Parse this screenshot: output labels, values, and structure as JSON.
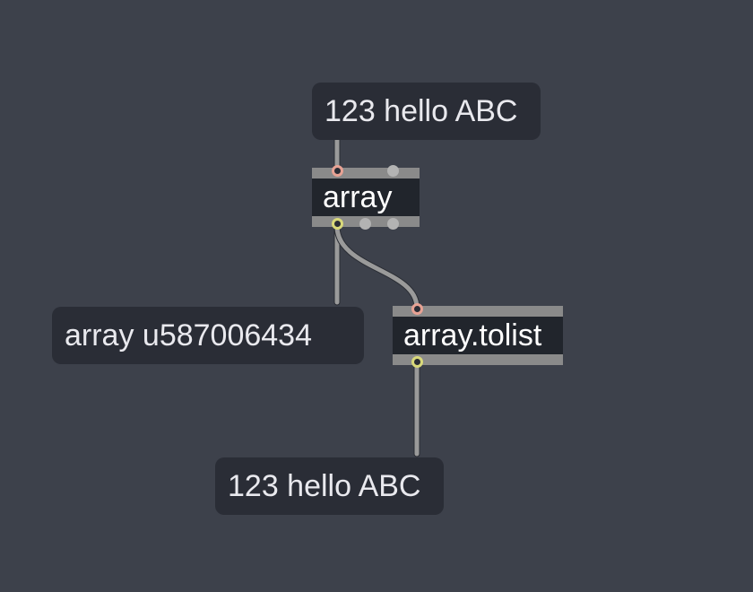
{
  "patcher": {
    "background": "#3d414b"
  },
  "nodes": {
    "message_input": {
      "text": "123 hello ABC",
      "kind": "message box"
    },
    "array_object": {
      "text": "array",
      "kind": "object box"
    },
    "array_output_message": {
      "text": "array u587006434",
      "kind": "message box"
    },
    "tolist_object": {
      "text": "array.tolist",
      "kind": "object box"
    },
    "message_output": {
      "text": "123 hello ABC",
      "kind": "message box"
    }
  },
  "colors": {
    "cable": "#9a9a9a",
    "object_frame": "#8a8a8a",
    "message_fill": "#2a2d36",
    "inlet_active": "#e8a294",
    "outlet_active": "#d9d97a"
  }
}
